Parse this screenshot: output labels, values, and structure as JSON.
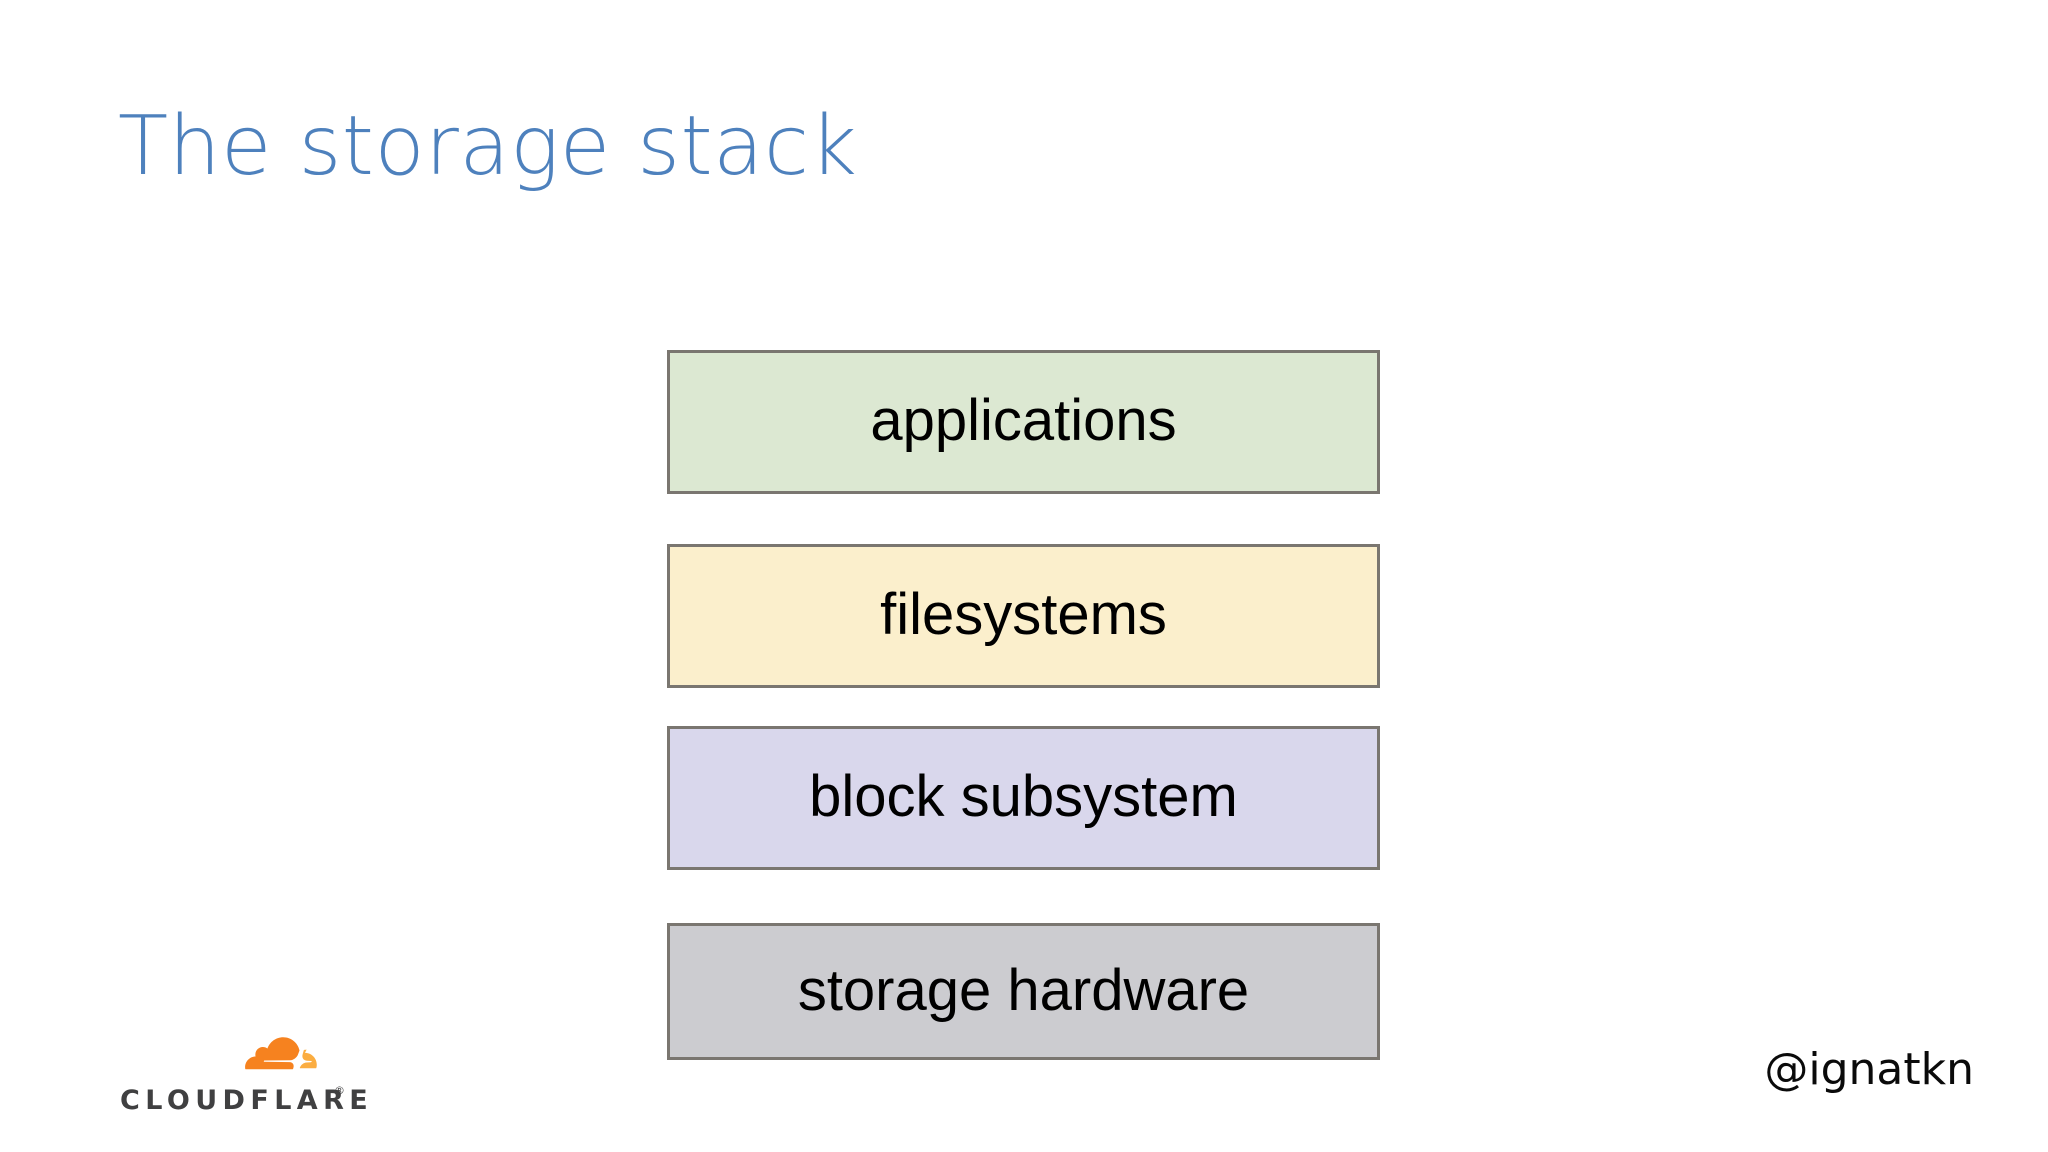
{
  "slide": {
    "title": "The storage stack",
    "background_color": "#FFFFFF",
    "title_color": "#4E81BD"
  },
  "diagram": {
    "name": "storage-stack",
    "orientation": "vertical-stack",
    "layers": [
      {
        "label": "applications",
        "fill": "#DCE8D2",
        "border": "#7A7670",
        "text_color": "#000000",
        "order": 1
      },
      {
        "label": "filesystems",
        "fill": "#FBEFCC",
        "border": "#7A7670",
        "text_color": "#000000",
        "order": 2
      },
      {
        "label": "block subsystem",
        "fill": "#D9D7EC",
        "border": "#7A7670",
        "text_color": "#000000",
        "order": 3
      },
      {
        "label": "storage hardware",
        "fill": "#CCCCD0",
        "border": "#7A7670",
        "text_color": "#000000",
        "order": 4
      }
    ]
  },
  "footer": {
    "logo": {
      "icon": "cloudflare-cloud-icon",
      "wordmark": "CLOUDFLARE",
      "trademark": "®",
      "cloud_color": "#F6821F",
      "cloud_accent_color": "#FBAD41",
      "wordmark_color": "#404041"
    },
    "handle": "@ignatkn"
  }
}
